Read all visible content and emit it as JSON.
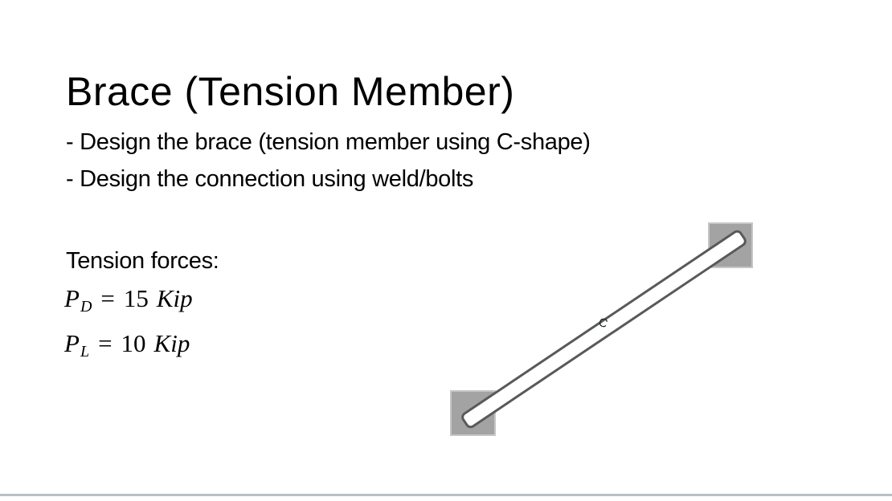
{
  "slide": {
    "title": "Brace (Tension Member)",
    "bullets": [
      "- Design the brace (tension member using C-shape)",
      "- Design the connection using weld/bolts"
    ],
    "tension_heading": "Tension forces:",
    "forces": [
      {
        "symbol": "P",
        "subscript": "D",
        "equals": "=",
        "value": "15",
        "unit": "Kip"
      },
      {
        "symbol": "P",
        "subscript": "L",
        "equals": "=",
        "value": "10",
        "unit": "Kip"
      }
    ],
    "diagram": {
      "section_label": "C",
      "colors": {
        "plate_fill": "#a3a3a3",
        "plate_border": "#c6c6c6",
        "brace_fill": "#ffffff",
        "brace_stroke": "#595959",
        "bottom_rule": "#b8bfc6"
      }
    }
  }
}
